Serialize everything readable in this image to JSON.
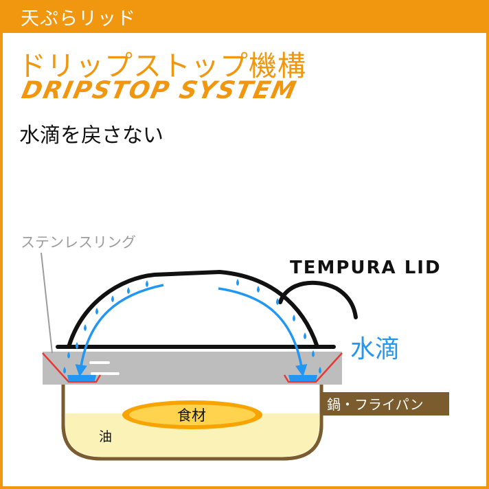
{
  "header": {
    "category": "天ぷらリッド"
  },
  "title": {
    "jp": "ドリップストップ機構",
    "en": "DRIPSTOP SYSTEM"
  },
  "subtitle": "水滴を戻さない",
  "diagram": {
    "ring_label": "ステンレスリング",
    "lid_label": "TEMPURA LID",
    "drop_label": "水滴",
    "pan_label": "鍋・フライパン",
    "food_label": "食材",
    "oil_label": "油"
  },
  "colors": {
    "accent": "#f0960f",
    "water": "#2196f3",
    "pan_outline": "#7a5c2e",
    "ring_red": "#e53935",
    "oil": "#fbf2b8",
    "food_fill": "#f7a400",
    "food_inner": "#ffd34d",
    "ring_gray": "#bdbdbd"
  }
}
